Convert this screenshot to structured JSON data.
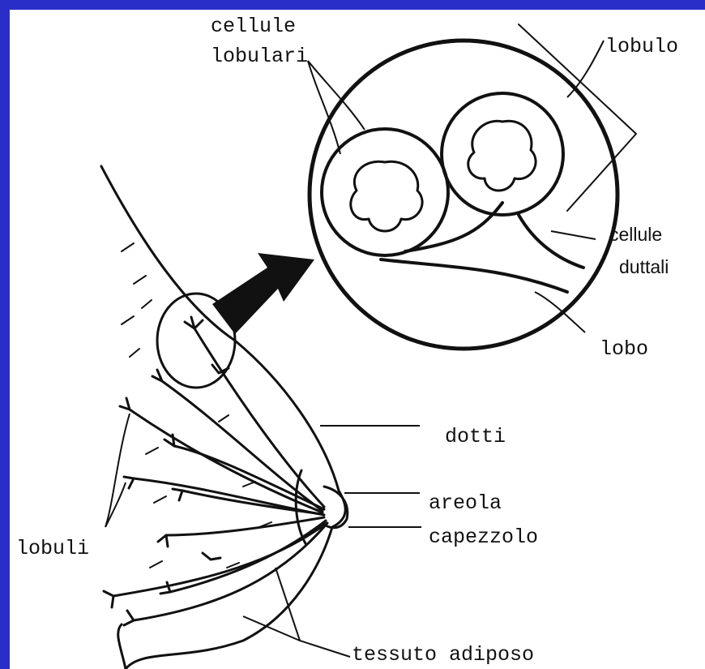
{
  "labels": {
    "cellule_lobulari_1": "cellule",
    "cellule_lobulari_2": "lobulari",
    "lobulo": "lobulo",
    "cellule_duttali_1": "cellule",
    "cellule_duttali_2": "duttali",
    "lobo": "lobo",
    "dotti": "dotti",
    "areola": "areola",
    "capezzolo": "capezzolo",
    "lobuli": "lobuli",
    "tessuto_adiposo": "tessuto adiposo"
  },
  "colors": {
    "frame": "#2a2ec8",
    "ink": "#111111",
    "paper": "#ffffff"
  }
}
